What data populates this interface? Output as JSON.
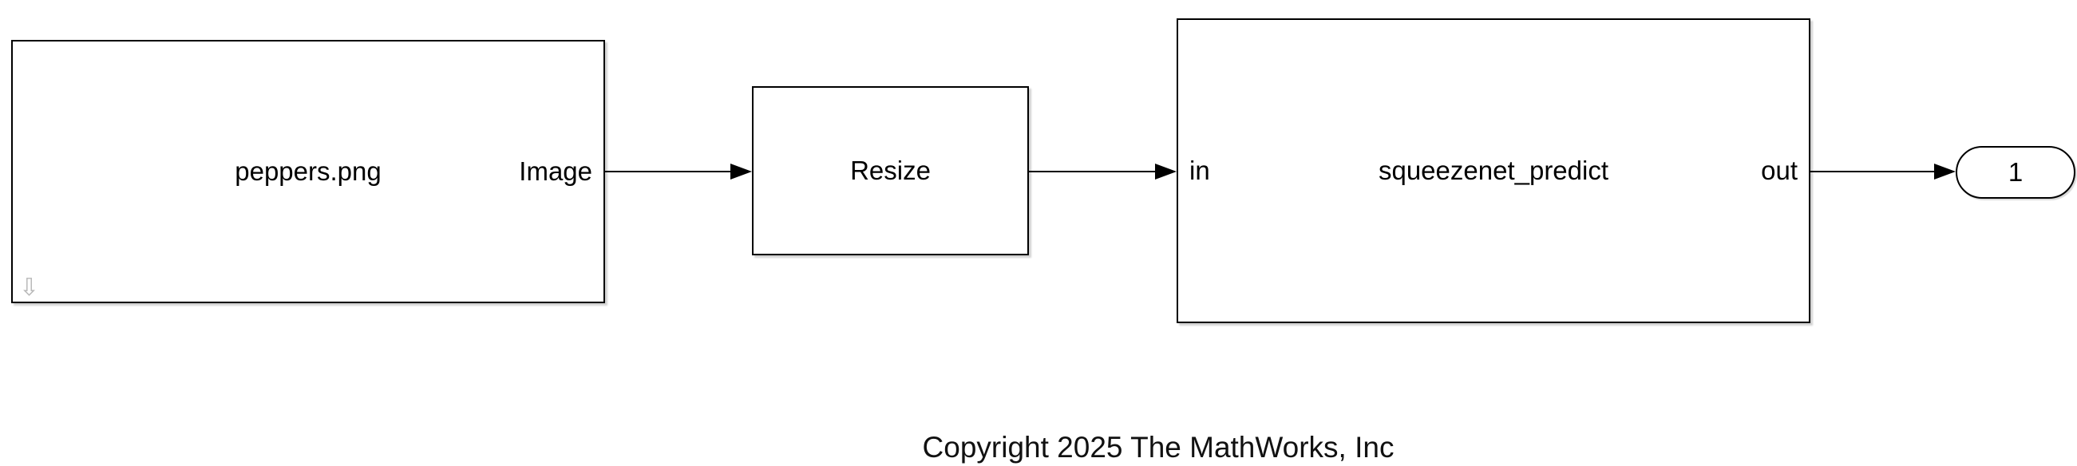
{
  "canvas": {
    "background": "#ffffff",
    "line_color": "#000000"
  },
  "icons": {
    "download_badge": "⇩"
  },
  "blocks": {
    "image_file": {
      "filename": "peppers.png",
      "output_port_label": "Image"
    },
    "resize": {
      "label": "Resize"
    },
    "squeezenet": {
      "input_port_label": "in",
      "label": "squeezenet_predict",
      "output_port_label": "out"
    },
    "outport": {
      "number": "1"
    }
  },
  "annotation": {
    "copyright": "Copyright 2025 The MathWorks, Inc"
  }
}
